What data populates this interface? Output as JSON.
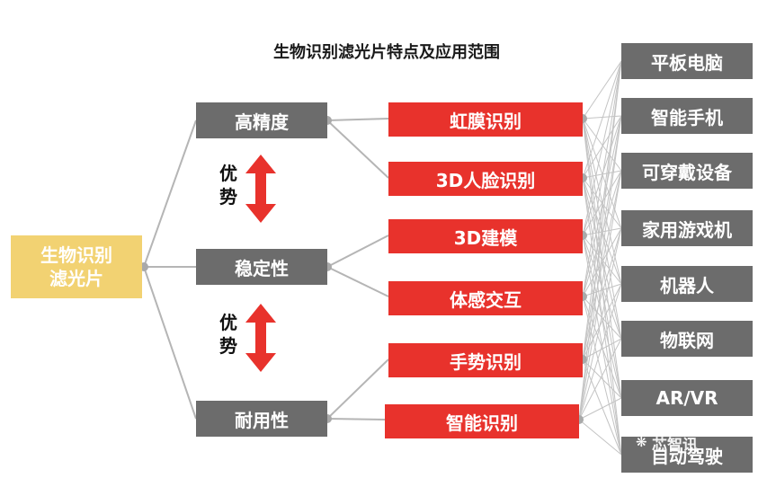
{
  "title": "生物识别滤光片特点及应用范围",
  "root": {
    "line1": "生物识别",
    "line2": "滤光片"
  },
  "features": [
    "高精度",
    "稳定性",
    "耐用性"
  ],
  "advantage": [
    {
      "c1": "优",
      "c2": "势"
    },
    {
      "c1": "优",
      "c2": "势"
    }
  ],
  "applications": [
    "虹膜识别",
    "3D人脸识别",
    "3D建模",
    "体感交互",
    "手势识别",
    "智能识别"
  ],
  "devices": [
    "平板电脑",
    "智能手机",
    "可穿戴设备",
    "家用游戏机",
    "机器人",
    "物联网",
    "AR/VR",
    "自动驾驶"
  ],
  "watermark": "芯智讯",
  "colors": {
    "root": "#f2d272",
    "feature": "#6c6c6c",
    "application": "#e8322c",
    "device": "#6c6c6c",
    "arrow": "#e8322c",
    "line": "#b5b5b5"
  }
}
